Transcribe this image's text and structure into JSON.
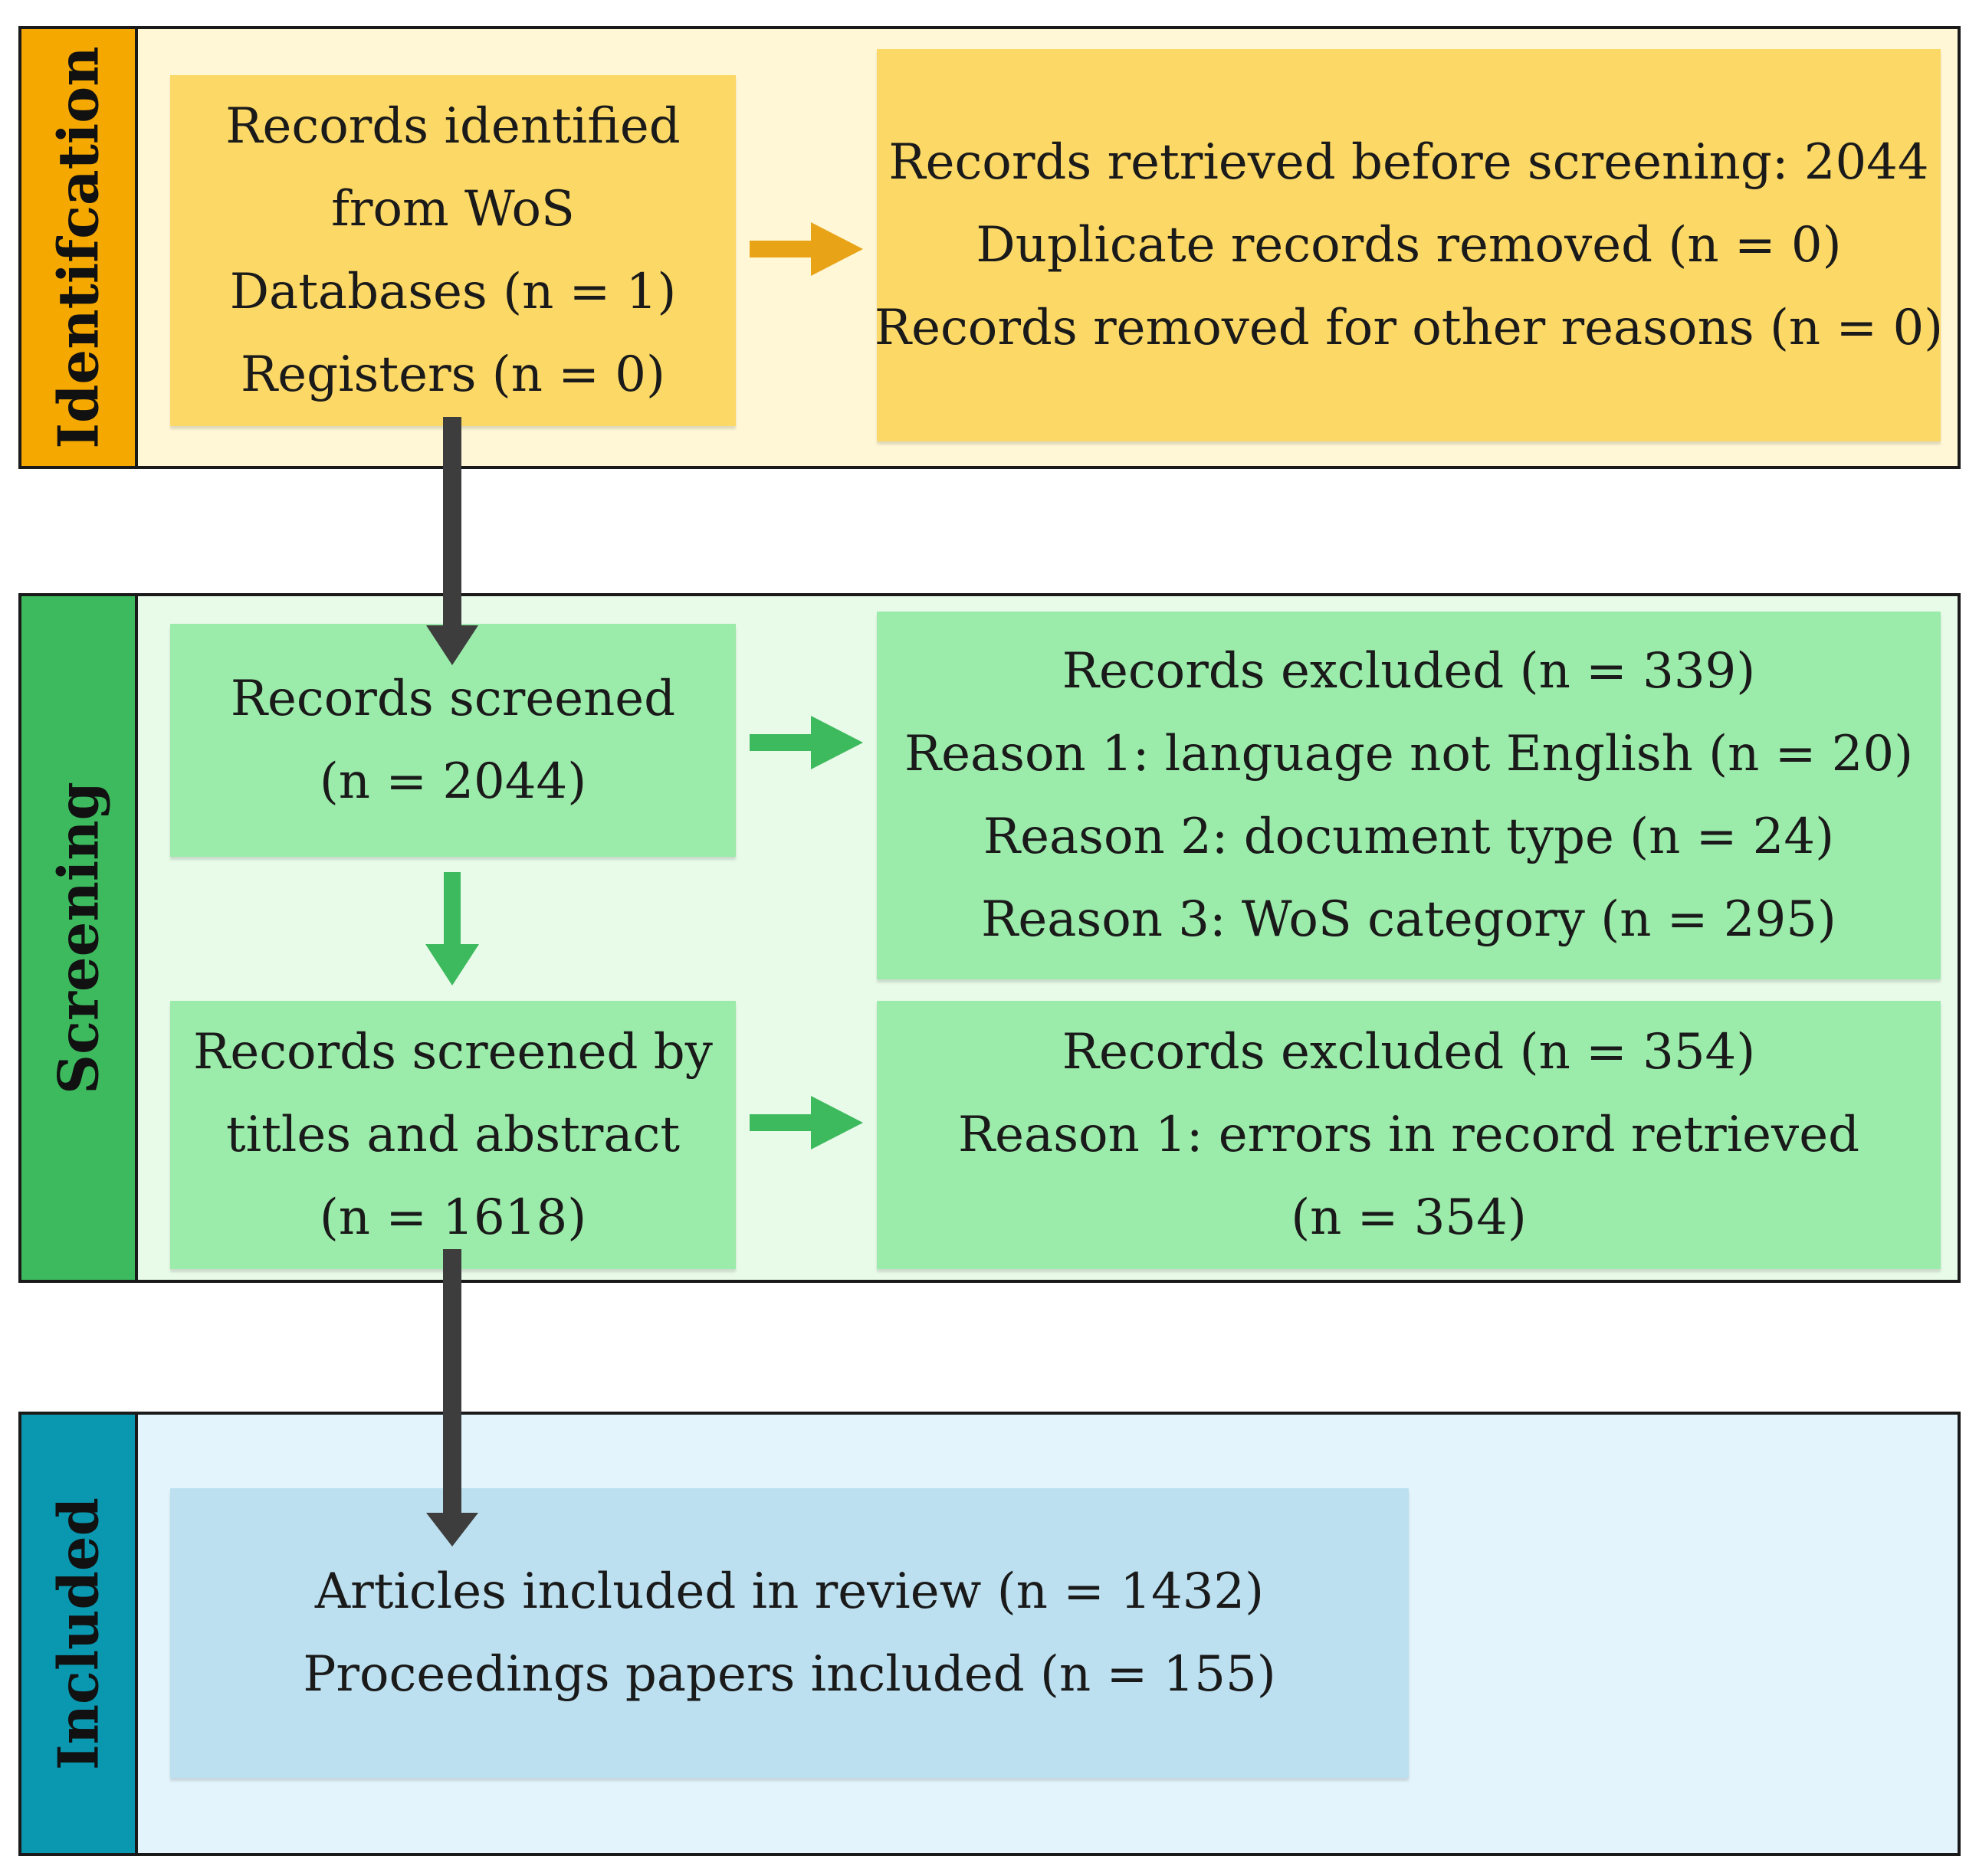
{
  "identification": {
    "label": "Identifcation",
    "source_box": [
      "Records identified",
      "from WoS",
      "Databases (n = 1)",
      "Registers (n = 0)"
    ],
    "removed_box": [
      "Records retrieved before screening: 2044",
      "Duplicate records removed (n = 0)",
      "Records removed for other reasons (n = 0)"
    ]
  },
  "screening": {
    "label": "Screening",
    "screened_box": [
      "Records screened",
      "(n = 2044)"
    ],
    "excluded_box_1": [
      "Records excluded (n = 339)",
      "Reason 1: language not English (n = 20)",
      "Reason 2: document type (n = 24)",
      "Reason 3: WoS category (n = 295)"
    ],
    "titles_box": [
      "Records screened by",
      "titles and abstract",
      "(n = 1618)"
    ],
    "excluded_box_2": [
      "Records excluded (n = 354)",
      "Reason 1: errors in record retrieved",
      "(n = 354)"
    ]
  },
  "included": {
    "label": "Included",
    "included_box": [
      "Articles included in review (n = 1432)",
      "Proceedings papers included (n = 155)"
    ]
  },
  "colors": {
    "identification_tab": "#F5A800",
    "identification_bg": "#FFF7D6",
    "identification_box": "#FCD966",
    "identification_arrow": "#E8A317",
    "screening_tab": "#3DBA5E",
    "screening_bg": "#E8FAE8",
    "screening_box": "#9BEBAA",
    "screening_arrow": "#3DBA5E",
    "included_tab": "#0A97B0",
    "included_bg": "#E4F4FC",
    "included_box": "#BCE0F0",
    "flow_arrow": "#3D3D3D"
  }
}
